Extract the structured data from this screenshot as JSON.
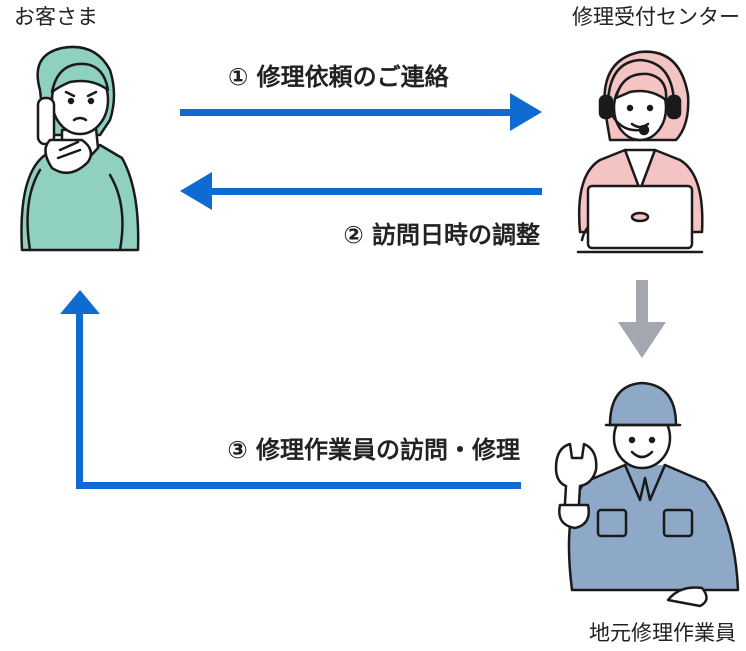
{
  "actors": {
    "customer": "お客さま",
    "center": "修理受付センター",
    "worker": "地元修理作業員"
  },
  "steps": [
    {
      "label": "① 修理依頼のご連絡"
    },
    {
      "label": "② 訪問日時の調整"
    },
    {
      "label": "③ 修理作業員の訪問・修理"
    }
  ],
  "colors": {
    "arrow_blue": "#0f6bd1",
    "arrow_gray": "#a3a8b0",
    "text": "#222222",
    "customer_skin": "#ffffff",
    "customer_shirt": "#8fd0c0",
    "operator_jacket": "#f4c3c3",
    "worker_suit": "#8ea9c8"
  },
  "icons": [
    "phone-icon",
    "headset-icon",
    "laptop-icon",
    "wrench-icon"
  ]
}
